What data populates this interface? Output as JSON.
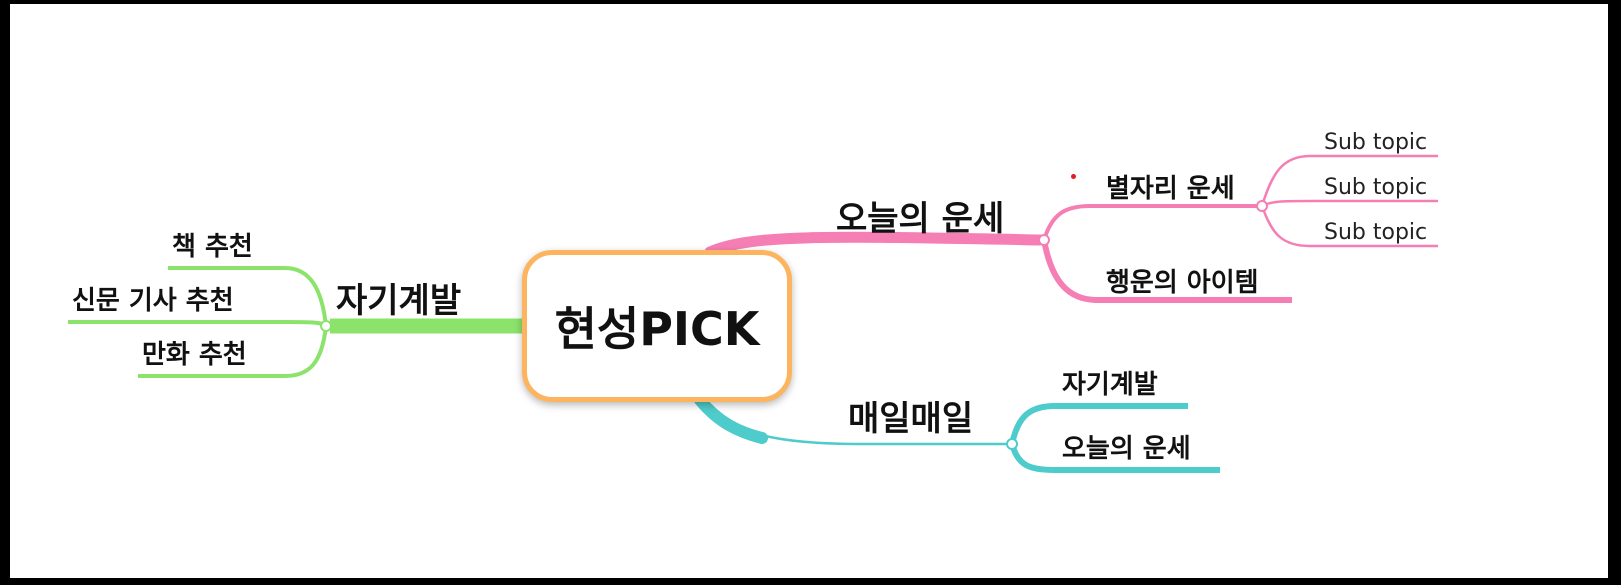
{
  "root": {
    "label": "현성PICK",
    "color": "#fdb45f"
  },
  "branches": [
    {
      "label": "오늘의 운세",
      "color": "#f57fb4",
      "children": [
        {
          "label": "별자리 운세",
          "children": [
            "Sub topic",
            "Sub topic",
            "Sub topic"
          ]
        },
        {
          "label": "행운의 아이템"
        }
      ]
    },
    {
      "label": "매일매일",
      "color": "#4ecbcb",
      "children": [
        {
          "label": "자기계발"
        },
        {
          "label": "오늘의 운세"
        }
      ]
    },
    {
      "label": "자기계발",
      "color": "#8be36b",
      "children": [
        {
          "label": "책 추천"
        },
        {
          "label": "신문 기사 추천"
        },
        {
          "label": "만화 추천"
        }
      ]
    }
  ]
}
